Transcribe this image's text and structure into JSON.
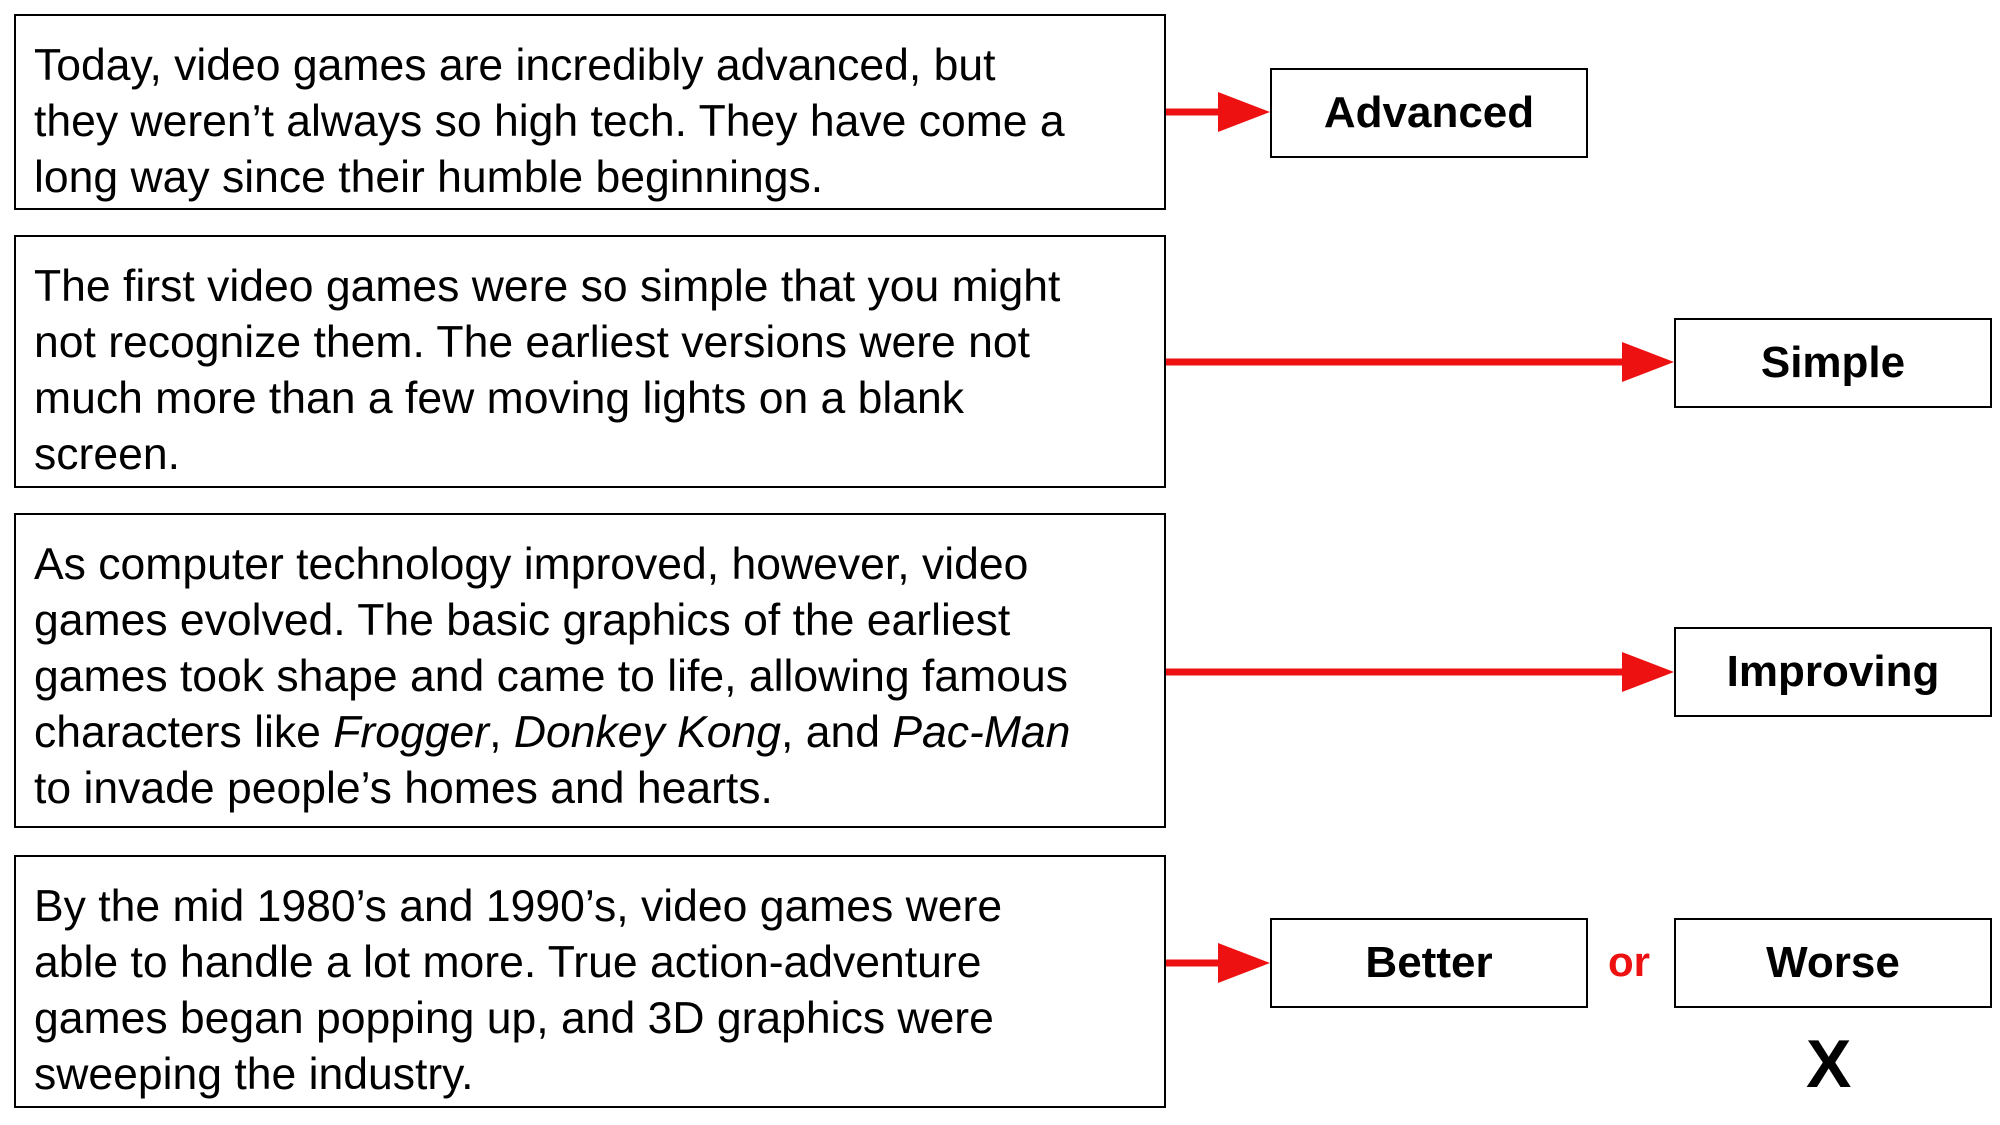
{
  "passages": [
    {
      "lines": [
        "Today, video games are incredibly advanced, but",
        "they weren’t always so high tech.  They have come a",
        "long way since their humble beginnings."
      ]
    },
    {
      "lines": [
        "The first video games were so simple that you might",
        "not recognize them.  The earliest versions were not",
        "much more than a few moving lights on a blank",
        "screen."
      ]
    },
    {
      "lines": [
        "As computer technology improved, however, video",
        "games evolved.  The basic graphics of the earliest",
        "games took shape and came to life, allowing famous"
      ],
      "line4": {
        "pre": "characters like ",
        "frogger": "Frogger",
        "sep1": ", ",
        "donkey_kong": "Donkey Kong",
        "sep2": ", and ",
        "pac_man": "Pac-Man"
      },
      "line5": "to invade people’s homes and hearts."
    },
    {
      "lines": [
        "By the mid 1980’s and 1990’s, video games were",
        "able to handle a lot more.  True action-adventure",
        "games began popping up, and 3D graphics were",
        "sweeping the industry."
      ]
    }
  ],
  "labels": {
    "advanced": "Advanced",
    "simple": "Simple",
    "improving": "Improving",
    "better": "Better",
    "worse": "Worse"
  },
  "connector_or": "or",
  "marker_x": "X",
  "colors": {
    "arrow": "#ee1111",
    "or_text": "#ee1111"
  }
}
